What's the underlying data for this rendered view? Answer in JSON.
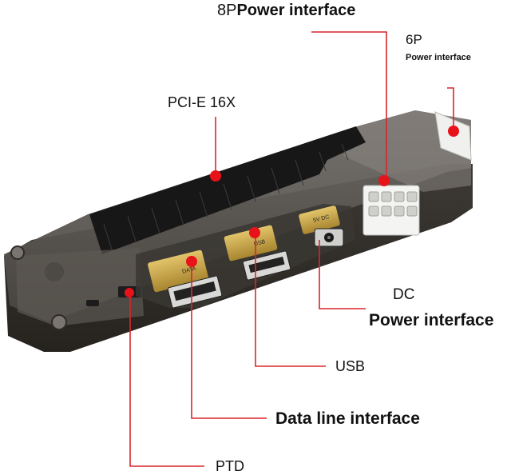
{
  "labels": {
    "eight_pin_prefix": "8P",
    "eight_pin_main": "Power interface",
    "six_pin_title": "6P",
    "six_pin_sub": "Power interface",
    "pcie": "PCI-E 16X",
    "dc": "DC",
    "dc_power": "Power interface",
    "usb": "USB",
    "data_line": "Data line interface",
    "ptd": "PTD"
  },
  "board_text": {
    "port_left": "DATA",
    "port_mid": "USB",
    "port_right": "5V DC"
  },
  "colors": {
    "marker": "#e8121b",
    "leader": "#d9262c",
    "casing": "#4a4642",
    "slot": "#1a1a1a",
    "port_gold": "#c9a54a",
    "text": "#111111"
  }
}
